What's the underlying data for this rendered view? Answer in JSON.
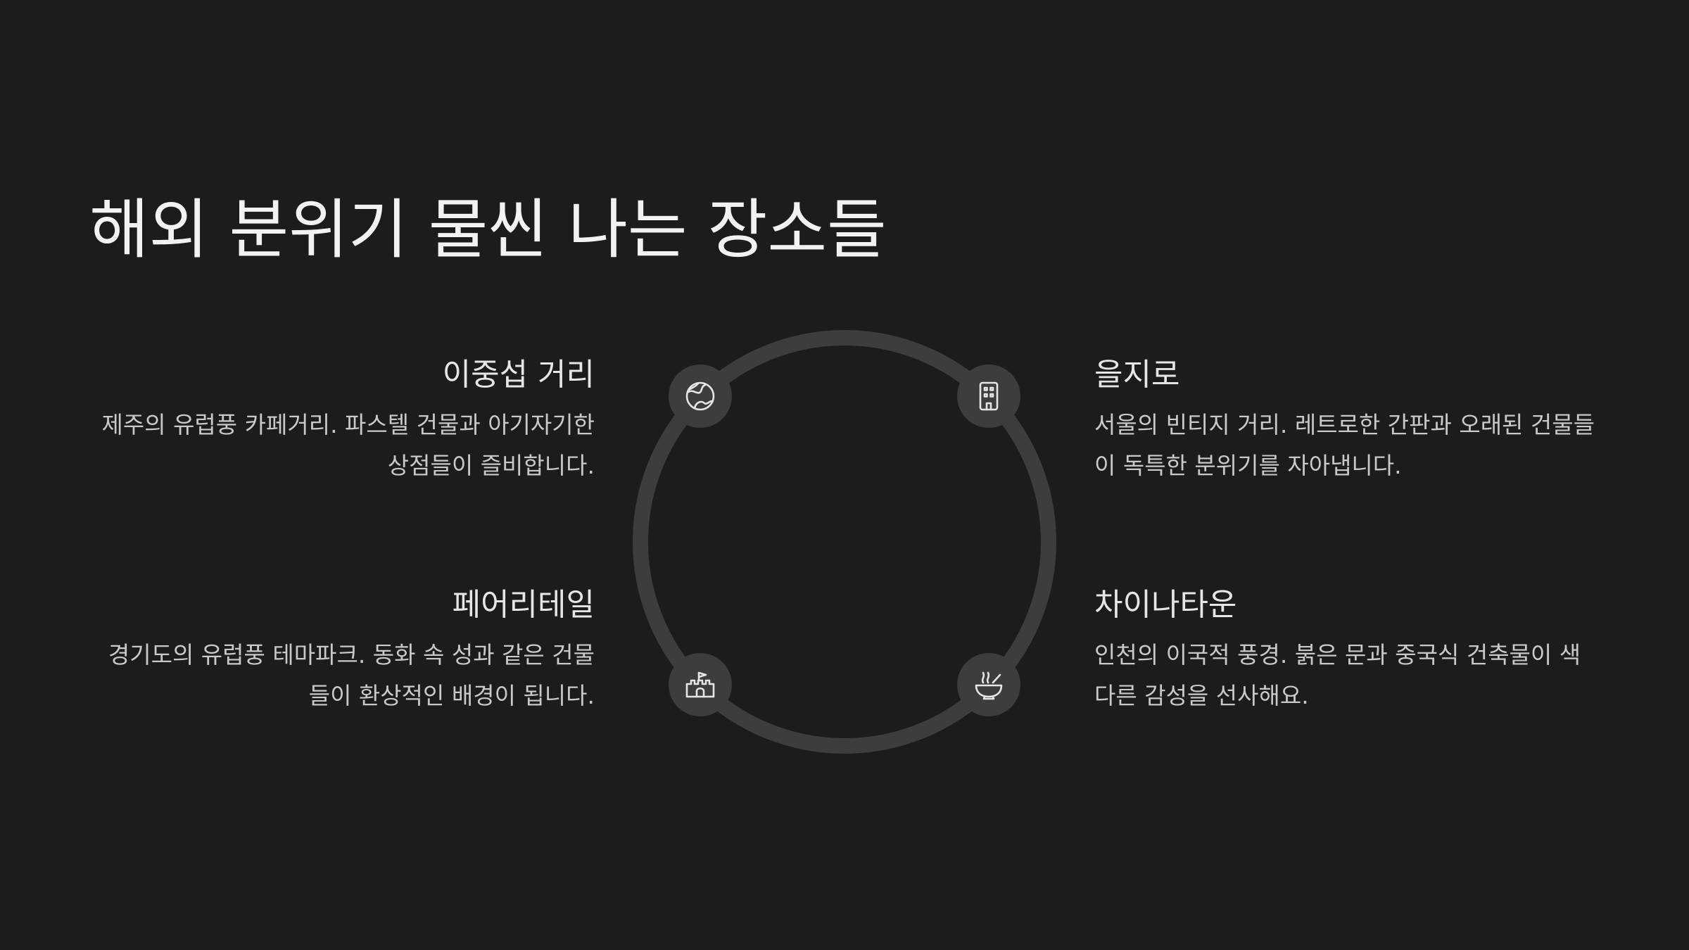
{
  "slide": {
    "title": "해외 분위기 물씬 나는 장소들"
  },
  "items": [
    {
      "title": "이중섭 거리",
      "description": "제주의 유럽풍 카페거리. 파스텔 건물과 아기자기한 상점들이 즐비합니다.",
      "icon": "globe-icon"
    },
    {
      "title": "을지로",
      "description": "서울의 빈티지 거리. 레트로한 간판과 오래된 건물들이 독특한 분위기를 자아냅니다.",
      "icon": "building-icon"
    },
    {
      "title": "페어리테일",
      "description": "경기도의 유럽풍 테마파크. 동화 속 성과 같은 건물들이 환상적인 배경이 됩니다.",
      "icon": "castle-icon"
    },
    {
      "title": "차이나타운",
      "description": "인천의 이국적 풍경. 붉은 문과 중국식 건축물이 색다른 감성을 선사해요.",
      "icon": "noodle-bowl-icon"
    }
  ],
  "colors": {
    "background": "#1c1c1b",
    "ring": "#3d3d3b",
    "text": "#e6e6e3",
    "muted_text": "#c9c9c5"
  }
}
